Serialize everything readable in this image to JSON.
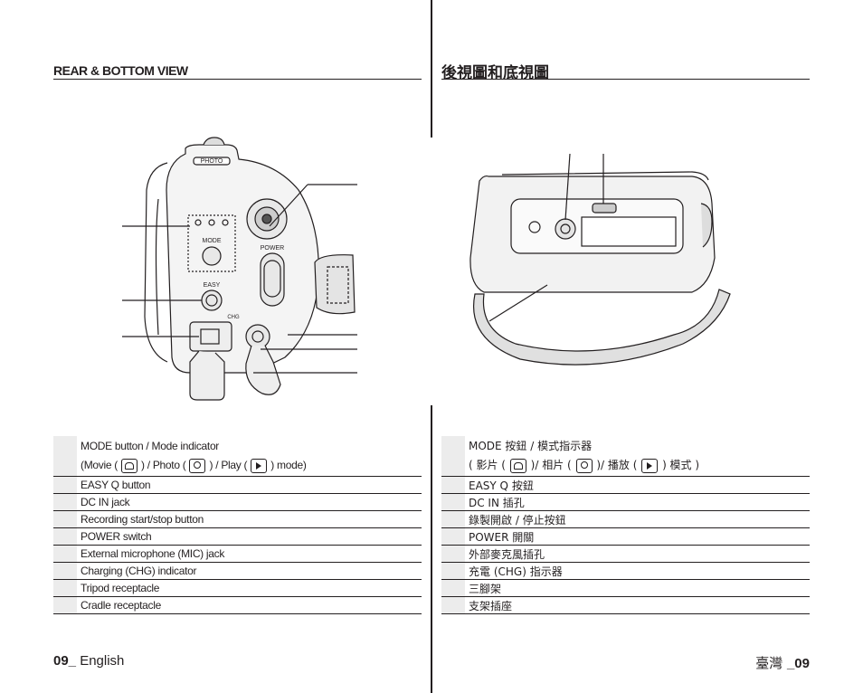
{
  "left": {
    "section_title": "REAR & BOTTOM VIEW",
    "items": [
      {
        "line1": "MODE button / Mode indicator",
        "line2": {
          "movie_pre": "(Movie (",
          "photo_pre": ") / Photo (",
          "play_pre": ") / Play (",
          "post": ") mode)"
        }
      },
      {
        "text": "EASY Q button"
      },
      {
        "text": "DC IN jack"
      },
      {
        "text": "Recording start/stop button"
      },
      {
        "text": "POWER switch"
      },
      {
        "text": "External microphone (MIC) jack"
      },
      {
        "text": "Charging (CHG) indicator"
      },
      {
        "text": "Tripod receptacle"
      },
      {
        "text": "Cradle receptacle"
      }
    ],
    "footer": {
      "page": "09_",
      "language": " English"
    }
  },
  "right": {
    "section_title": "後視圖和底視圖",
    "items": [
      {
        "line1": "MODE 按鈕 / 模式指示器",
        "line2": {
          "movie_pre": "( 影片 (",
          "photo_pre": ")/ 相片 (",
          "play_pre": ")/ 播放 (",
          "post": ") 模式 )"
        }
      },
      {
        "text": "EASY Q 按鈕"
      },
      {
        "text": "DC IN 插孔"
      },
      {
        "text": "錄製開啟 / 停止按鈕"
      },
      {
        "text": "POWER 開關"
      },
      {
        "text": "外部麥克風插孔"
      },
      {
        "text": "充電 (CHG) 指示器"
      },
      {
        "text": "三腳架"
      },
      {
        "text": "支架插座"
      }
    ],
    "footer": {
      "language": "臺灣 ",
      "page": "_09"
    }
  },
  "illustration_labels": {
    "photo": "PHOTO",
    "mode": "MODE",
    "easy": "EASY",
    "power": "POWER",
    "chg": "CHG"
  }
}
